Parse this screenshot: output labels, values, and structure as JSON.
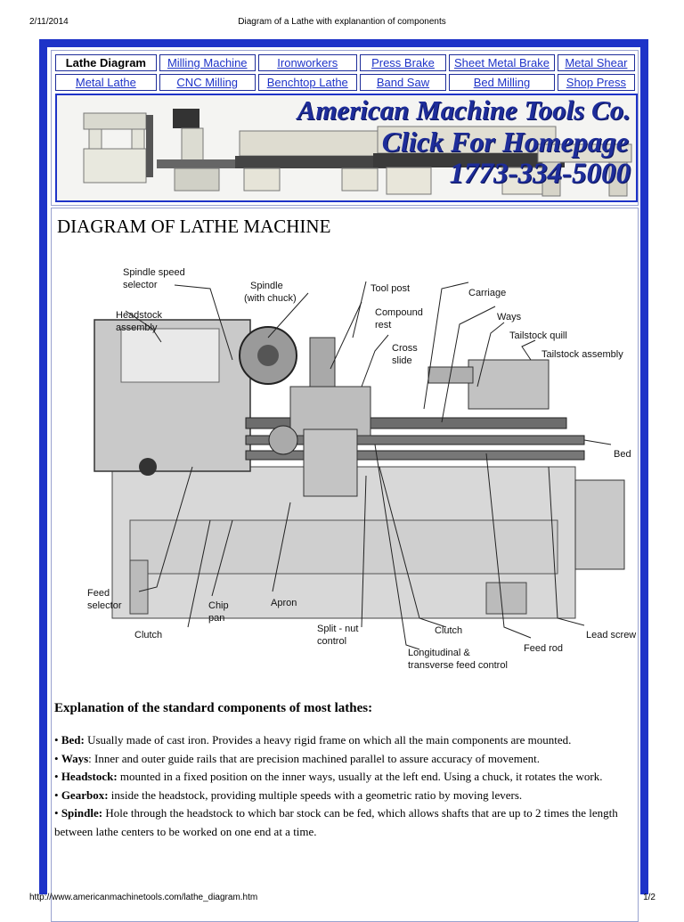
{
  "print": {
    "date": "2/11/2014",
    "title": "Diagram of a Lathe with explanantion of components",
    "url": "http://www.americanmachinetools.com/lathe_diagram.htm",
    "page": "1/2"
  },
  "nav": {
    "row1": [
      "Lathe Diagram",
      "Milling Machine",
      "Ironworkers",
      "Press Brake",
      "Sheet Metal Brake",
      "Metal Shear"
    ],
    "row2": [
      "Metal Lathe",
      "CNC Milling",
      "Benchtop Lathe",
      "Band Saw",
      "Bed Milling",
      "Shop Press"
    ]
  },
  "banner": {
    "line1": "American Machine Tools Co.",
    "line2": "Click For Homepage",
    "line3": "1773-334-5000"
  },
  "heading": "DIAGRAM OF LATHE MACHINE",
  "diagram_labels": {
    "spindle_speed_selector_1": "Spindle speed",
    "spindle_speed_selector_2": "selector",
    "spindle_1": "Spindle",
    "spindle_2": "(with chuck)",
    "tool_post": "Tool post",
    "carriage": "Carriage",
    "compound_rest_1": "Compound",
    "compound_rest_2": "rest",
    "ways": "Ways",
    "headstock_1": "Headstock",
    "headstock_2": "assembly",
    "cross_slide_1": "Cross",
    "cross_slide_2": "slide",
    "tailstock_quill": "Tailstock quill",
    "tailstock_assembly": "Tailstock assembly",
    "bed": "Bed",
    "feed_selector_1": "Feed",
    "feed_selector_2": "selector",
    "chip_pan_1": "Chip",
    "chip_pan_2": "pan",
    "apron": "Apron",
    "clutch_left": "Clutch",
    "split_nut_1": "Split - nut",
    "split_nut_2": "control",
    "clutch_right": "Clutch",
    "lead_screw": "Lead screw",
    "feed_rod": "Feed rod",
    "long_feed_1": "Longitudinal &",
    "long_feed_2": "transverse feed control"
  },
  "explanation_title": "Explanation of the standard components of most lathes:",
  "items": [
    {
      "term": "Bed:",
      "text": " Usually made of cast iron. Provides a heavy rigid frame on which all the main components are mounted."
    },
    {
      "term": "Ways",
      "text": ": Inner and outer guide rails that are precision machined parallel to assure accuracy of movement."
    },
    {
      "term": "Headstock:",
      "text": " mounted in a fixed position on the inner ways, usually at the left end. Using a chuck, it rotates the work."
    },
    {
      "term": "Gearbox:",
      "text": " inside the headstock, providing multiple speeds with a geometric ratio by moving levers."
    },
    {
      "term": "Spindle:",
      "text": " Hole through the headstock to which bar stock can be fed, which allows shafts that are up to 2 times the length between lathe centers to be worked on one end at a time."
    }
  ],
  "bullet": "•",
  "colors": {
    "frame": "#1e33c8",
    "link": "#1e33c8",
    "banner_text": "#1e2d9a"
  }
}
